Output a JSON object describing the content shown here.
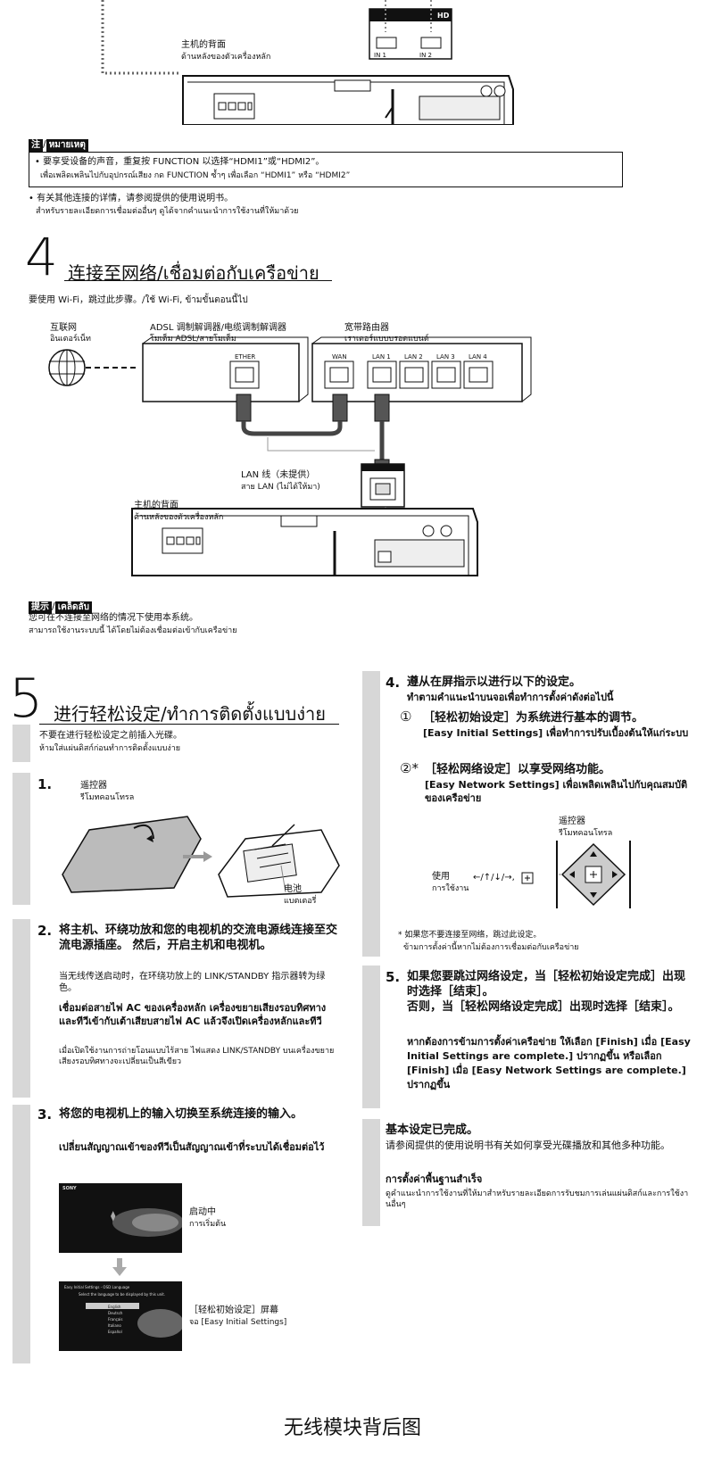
{
  "top": {
    "rear_label_cn": "主机的背面",
    "rear_label_th": "ด้านหลังของตัวเครื่องหลัก",
    "hdmi_in1": "IN 1",
    "hdmi_in2": "IN 2",
    "hdmi_logo": "HD",
    "note_tag_cn": "注",
    "note_tag_th": "หมายเหตุ",
    "note1_cn": "• 要享受设备的声音，重复按 FUNCTION 以选择“HDMI1”或“HDMI2”。",
    "note1_th": "เพื่อเพลิดเพลินไปกับอุปกรณ์เสียง กด FUNCTION ซ้ำๆ เพื่อเลือก “HDMI1” หรือ “HDMI2”",
    "note2_cn": "• 有关其他连接的详情，请参阅提供的使用说明书。",
    "note2_th": "สำหรับรายละเอียดการเชื่อมต่ออื่นๆ ดูได้จากคำแนะนำการใช้งานที่ให้มาด้วย"
  },
  "step4": {
    "number": "4",
    "title": "连接至网络/เชื่อมต่อกับเครือข่าย",
    "subtitle": "要使用 Wi-Fi，跳过此步骤。/ใช้ Wi-Fi, ข้ามขั้นตอนนี้ไป",
    "internet_cn": "互联网",
    "internet_th": "อินเตอร์เน็ท",
    "modem_cn": "ADSL 调制解调器/电缆调制解调器",
    "modem_th": "โมเด็ม ADSL/สายโมเด็ม",
    "router_cn": "宽带路由器",
    "router_th": "เราเตอร์แบบบรอดแบนด์",
    "ether": "ETHER",
    "wan": "WAN",
    "lan_ports": [
      "LAN 1",
      "LAN 2",
      "LAN 3",
      "LAN 4"
    ],
    "cable_cn": "LAN 线（未提供）",
    "cable_th": "สาย LAN (ไม่ได้ให้มา)",
    "rear_label_cn": "主机的背面",
    "rear_label_th": "ด้านหลังของตัวเครื่องหลัก",
    "tip_tag_cn": "提示",
    "tip_tag_th": "เคล็ดลับ",
    "tip_cn": "您可在不连接至网络的情况下使用本系统。",
    "tip_th": "สามารถใช้งานระบบนี้ ได้โดยไม่ต้องเชื่อมต่อเข้ากับเครือข่าย"
  },
  "step5": {
    "number": "5",
    "title": "进行轻松设定/ทำการติดตั้งแบบง่าย",
    "intro_cn": "不要在进行轻松设定之前插入光碟。",
    "intro_th": "ห้ามใส่แผ่นดิสก์ก่อนทำการติดตั้งแบบง่าย",
    "s1_num": "1.",
    "s1_remote_cn": "遥控器",
    "s1_remote_th": "รีโมทคอนโทรล",
    "s1_battery_cn": "电池",
    "s1_battery_th": "แบตเตอรี่",
    "s2_num": "2.",
    "s2_cn": "将主机、环绕功放和您的电视机的交流电源线连接至交流电源插座。 然后，开启主机和电视机。",
    "s2_cn_sub": "当无线传送启动时，在环绕功放上的 LINK/STANDBY 指示器转为绿色。",
    "s2_th": "เชื่อมต่อสายไฟ AC ของเครื่องหลัก เครื่องขยายเสียงรอบทิศทาง และทีวีเข้ากับเต้าเสียบสายไฟ AC แล้วจึงเปิดเครื่องหลักและทีวี",
    "s2_th_sub": "เมื่อเปิดใช้งานการถ่ายโอนแบบไร้สาย ไฟแสดง LINK/STANDBY บนเครื่องขยายเสียงรอบทิศทางจะเปลี่ยนเป็นสีเขียว",
    "s3_num": "3.",
    "s3_cn": "将您的电视机上的输入切换至系统连接的输入。",
    "s3_th": "เปลี่ยนสัญญาณเข้าของทีวีเป็นสัญญาณเข้าที่ระบบได้เชื่อมต่อไว้",
    "s3_brand": "SONY",
    "s3_startup_cn": "启动中",
    "s3_startup_th": "การเริ่มต้น",
    "s3_screen_cn": "［轻松初始设定］屏幕",
    "s3_screen_th": "จอ [Easy Initial Settings]",
    "s3_menu_header": "Easy Initial Settings - OSD Language",
    "s3_menu_prompt": "Select the language to be displayed by this unit.",
    "s3_menu_items": [
      "English",
      "Deutsch",
      "Français",
      "Italiano",
      "Español"
    ],
    "s4_num": "4.",
    "s4_cn": "遵从在屏指示以进行以下的设定。",
    "s4_th": "ทำตามคำแนะนำบนจอเพื่อทำการตั้งค่าดังต่อไปนี้",
    "s4_item1_mark": "①",
    "s4_item1_cn": "［轻松初始设定］为系统进行基本的调节。",
    "s4_item1_th": "[Easy Initial Settings] เพื่อทำการปรับเบื้องต้นให้แก่ระบบ",
    "s4_item2_mark": "②*",
    "s4_item2_cn": "［轻松网络设定］以享受网络功能。",
    "s4_item2_th": "[Easy Network Settings] เพื่อเพลิดเพลินไปกับคุณสมบัติของเครือข่าย",
    "s4_remote_cn": "遥控器",
    "s4_remote_th": "รีโมทคอนโทรล",
    "s4_use_cn": "使用",
    "s4_use_th": "การใช้งาน",
    "s4_keys": "←/↑/↓/→,",
    "s4_foot_cn": "* 如果您不要连接至网络，跳过此设定。",
    "s4_foot_th": "ข้ามการตั้งค่านี้หากไม่ต้องการเชื่อมต่อกับเครือข่าย",
    "s5_num": "5.",
    "s5_cn": "如果您要跳过网络设定，当［轻松初始设定完成］出现时选择［结束］。",
    "s5_cn2": "否则，当［轻松网络设定完成］出现时选择［结束］。",
    "s5_th": "หากต้องการข้ามการตั้งค่าเครือข่าย ให้เลือก [Finish] เมื่อ [Easy Initial Settings are complete.] ปรากฏขึ้น หรือเลือก [Finish] เมื่อ [Easy Network Settings are complete.] ปรากฏขึ้น",
    "done_cn": "基本设定已完成。",
    "done_cn_sub": "请参阅提供的使用说明书有关如何享受光碟播放和其他多种功能。",
    "done_th": "การตั้งค่าพื้นฐานสำเร็จ",
    "done_th_sub": "ดูคำแนะนำการใช้งานที่ให้มาสำหรับรายละเอียดการรับชมการเล่นแผ่นดิสก์และการใช้งานอื่นๆ"
  },
  "footer": {
    "caption": "无线模块背后图"
  }
}
